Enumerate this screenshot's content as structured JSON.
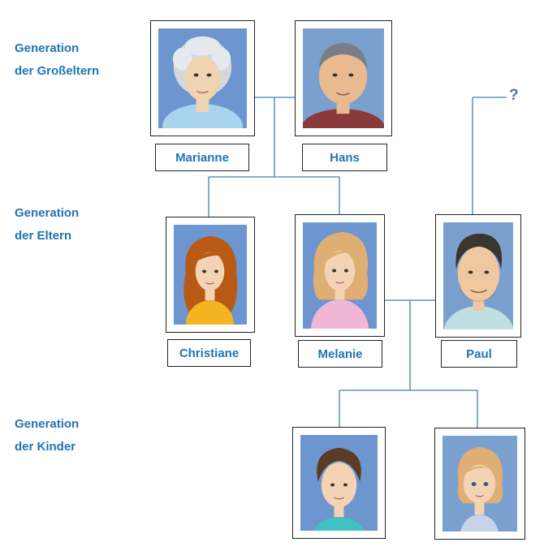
{
  "generations": {
    "grandparents": {
      "line1": "Generation",
      "line2": "der Großeltern"
    },
    "parents": {
      "line1": "Generation",
      "line2": "der Eltern"
    },
    "children": {
      "line1": "Generation",
      "line2": "der Kinder"
    }
  },
  "people": {
    "marianne": "Marianne",
    "hans": "Hans",
    "christiane": "Christiane",
    "melanie": "Melanie",
    "paul": "Paul"
  },
  "unknown_marker": "?",
  "colors": {
    "label": "#1f74b5",
    "line": "#3d7fb6",
    "photo_background": "#6d95cf"
  }
}
